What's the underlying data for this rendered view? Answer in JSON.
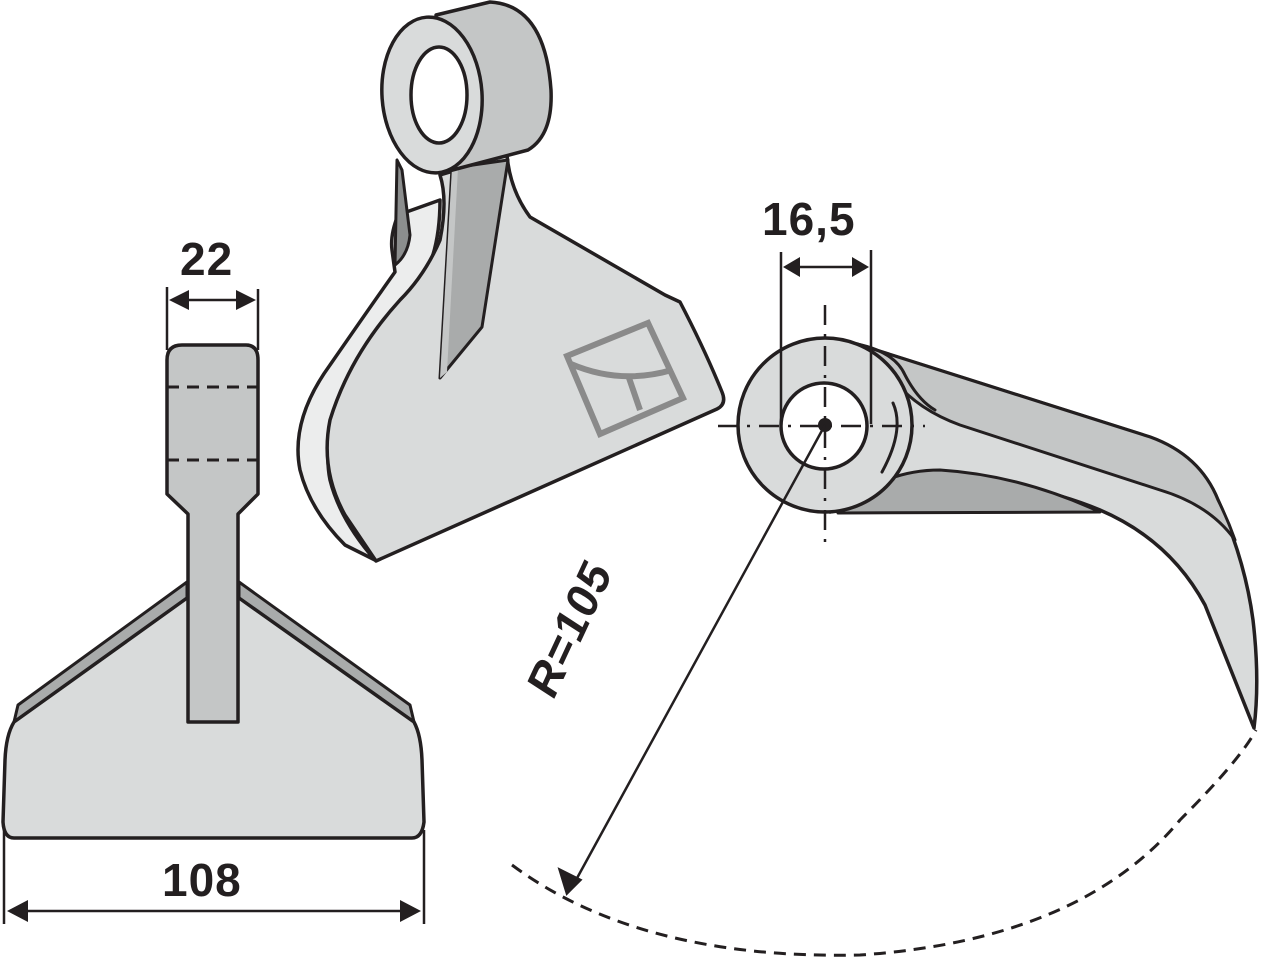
{
  "diagram": {
    "subject": "Flail hammer blade technical drawing",
    "views": [
      {
        "id": "front-view",
        "description": "Front view with shank and wide blade"
      },
      {
        "id": "isometric-view",
        "description": "3D perspective view with bushing eye and logo mark"
      },
      {
        "id": "side-view",
        "description": "Side view with curved blade and cutting radius"
      }
    ],
    "dimensions": {
      "shank_width": {
        "label": "22",
        "value": 22,
        "unit": "mm"
      },
      "blade_width": {
        "label": "108",
        "value": 108,
        "unit": "mm"
      },
      "bore_diameter": {
        "label": "16,5",
        "value": 16.5,
        "unit": "mm"
      },
      "cutting_radius": {
        "label": "R=105",
        "value": 105,
        "unit": "mm"
      }
    },
    "colors": {
      "outline": "#231f20",
      "fill_light": "#d9dbdb",
      "fill_mid": "#c4c6c6",
      "fill_dark": "#a9abab",
      "highlight": "#eceded",
      "logo": "#8a8a8a"
    }
  }
}
